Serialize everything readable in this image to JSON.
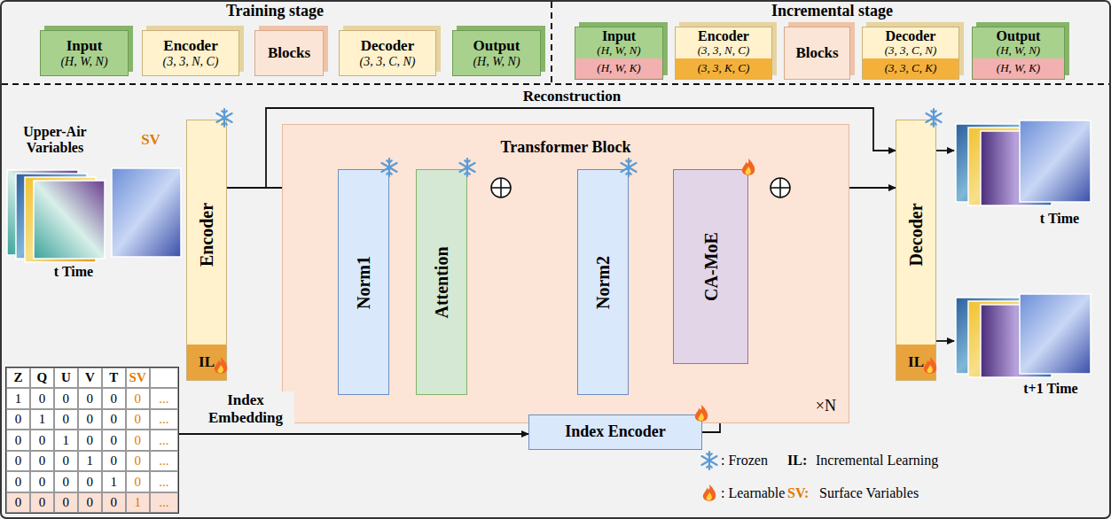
{
  "diagram": {
    "nodes": [
      {
        "text": [
          "Training stage"
        ]
      },
      {
        "text": [
          "Input",
          "(H, W, N)"
        ],
        "in": 0
      },
      {
        "text": [
          "Encoder",
          "(3, 3, N, C)"
        ],
        "in": 0
      },
      {
        "text": [
          "Blocks"
        ],
        "in": 0
      },
      {
        "text": [
          "Decoder",
          "(3, 3, C, N)"
        ],
        "in": 0
      },
      {
        "text": [
          "Output",
          "(H, W, N)"
        ],
        "in": 0
      },
      {
        "text": [
          "Incremental stage"
        ]
      },
      {
        "text": [
          "Input",
          "(H, W, N)",
          "(H, W, K)"
        ],
        "in": 6
      },
      {
        "text": [
          "Encoder",
          "(3, 3, N, C)",
          "(3, 3, K, C)"
        ],
        "in": 6
      },
      {
        "text": [
          "Blocks"
        ],
        "in": 6
      },
      {
        "text": [
          "Decoder",
          "(3, 3, C, N)",
          "(3, 3, C, K)"
        ],
        "in": 6
      },
      {
        "text": [
          "Output",
          "(H, W, N)",
          "(H, W, K)"
        ],
        "in": 6
      },
      {
        "text": [
          "Encoder"
        ]
      },
      {
        "text": [
          "IL"
        ],
        "in": 12
      },
      {
        "text": [
          "Transformer Block",
          "×N"
        ]
      },
      {
        "text": [
          "Norm1"
        ],
        "in": 14
      },
      {
        "text": [
          "Attention"
        ],
        "in": 14
      },
      {
        "text": [
          "Norm2"
        ],
        "in": 14
      },
      {
        "text": [
          "CA-MoE"
        ],
        "in": 14
      },
      {
        "text": [
          "Decoder"
        ]
      },
      {
        "text": [
          "IL"
        ],
        "in": 19
      },
      {
        "text": [
          "Index Encoder"
        ]
      },
      {
        "text": [
          "Z",
          "Q",
          "U",
          "V",
          "T",
          "SV",
          "1",
          "0",
          "0",
          "0",
          "0",
          "0",
          "...",
          "0",
          "1",
          "0",
          "0",
          "0",
          "0",
          "...",
          "0",
          "0",
          "1",
          "0",
          "0",
          "0",
          "...",
          "0",
          "0",
          "0",
          "1",
          "0",
          "0",
          "...",
          "0",
          "0",
          "0",
          "0",
          "1",
          "0",
          "...",
          "0",
          "0",
          "0",
          "0",
          "0",
          "1",
          "..."
        ]
      }
    ],
    "edges": [
      {
        "from": 12,
        "to": 15,
        "arrow": "to"
      },
      {
        "from": 12,
        "to": 19,
        "arrow": "to",
        "label": "Reconstruction"
      },
      {
        "from": 15,
        "to": 16,
        "arrow": "to"
      },
      {
        "from": 16,
        "to": 17,
        "arrow": "to"
      },
      {
        "from": 17,
        "to": 18,
        "arrow": "to"
      },
      {
        "from": 18,
        "to": 19,
        "arrow": "to"
      },
      {
        "from": 21,
        "to": 18,
        "arrow": "to"
      },
      {
        "from": 22,
        "to": 21,
        "arrow": "to",
        "label": "Index Embedding"
      }
    ],
    "labels": [
      "Upper-Air Variables",
      "SV",
      "t Time",
      "t Time",
      "t+1 Time",
      "IL:",
      "Incremental Learning",
      "SV:",
      "Surface Variables"
    ],
    "legend": [
      {
        "text": ": Frozen"
      },
      {
        "text": ": Learnable"
      }
    ]
  }
}
